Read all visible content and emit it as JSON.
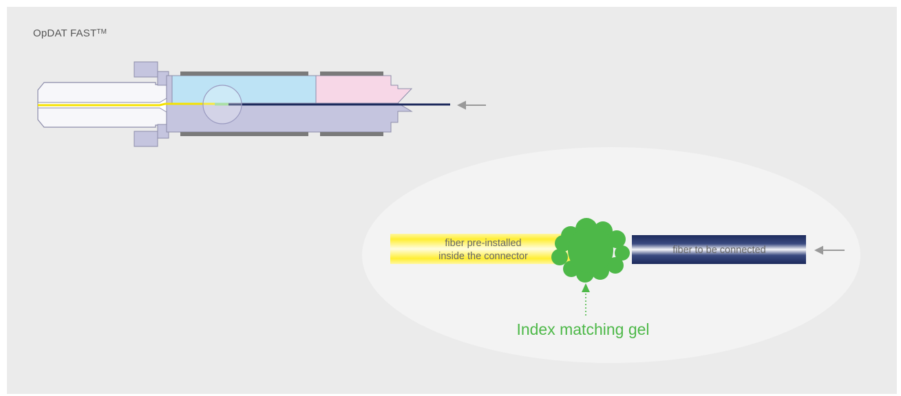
{
  "title": {
    "text": "OpDAT FAST",
    "superscript": "TM"
  },
  "labels": {
    "preinstalled_line1": "fiber pre-installed",
    "preinstalled_line2": "inside the connector",
    "to_be_connected": "fiber to be connected",
    "gel": "Index matching gel"
  },
  "colors": {
    "background": "#ebebeb",
    "ellipse": "#f3f3f3",
    "connector_body": "#c5c5df",
    "connector_outline": "#8c8caa",
    "ferrule_holder": "#bde3f5",
    "crimp_section": "#f7d7e7",
    "fiber_yellow": "#ffee33",
    "fiber_navy": "#1c2a5c",
    "gel_green": "#4db848",
    "arrow_gray": "#999999"
  },
  "icons": {
    "insert_arrow": "arrow-left-icon",
    "gel_pointer": "arrow-up-icon"
  }
}
